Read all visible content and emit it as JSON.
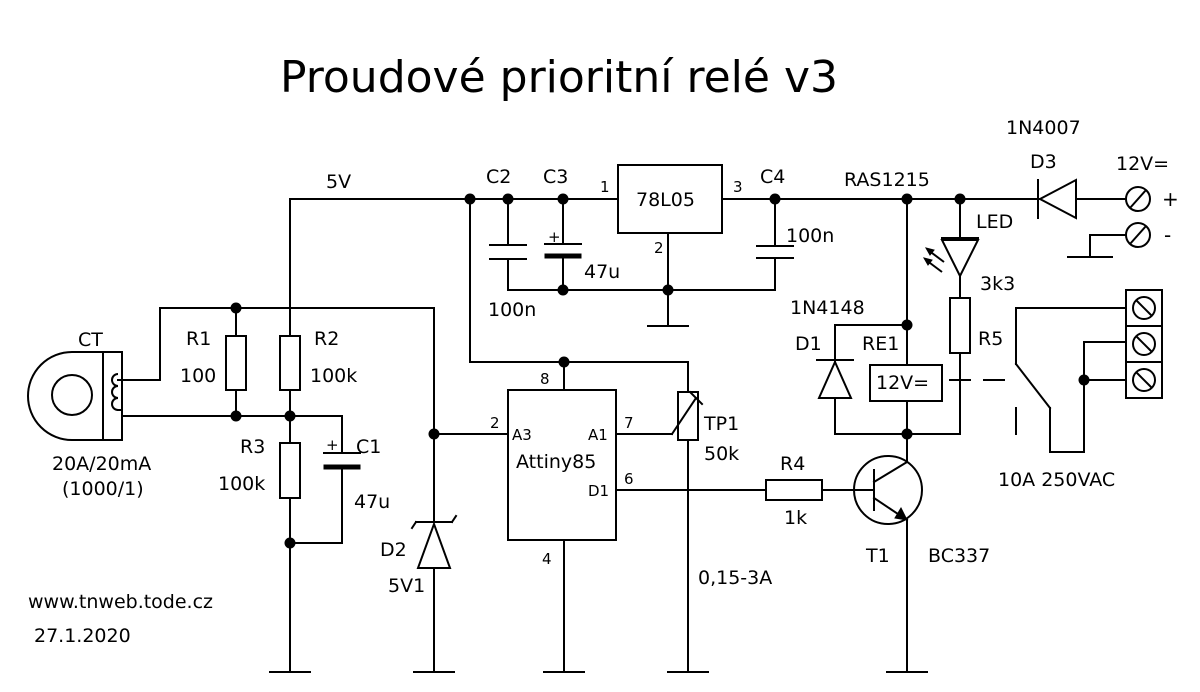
{
  "title": "Proudové prioritní relé v3",
  "footer": {
    "website": "www.tnweb.tode.cz",
    "date": "27.1.2020"
  },
  "nets": {
    "vcc": "5V",
    "supply": "12V=",
    "plus": "+",
    "minus": "-"
  },
  "components": {
    "ct": {
      "ref": "CT",
      "rating": "20A/20mA",
      "ratio": "(1000/1)"
    },
    "r1": {
      "ref": "R1",
      "value": "100"
    },
    "r2": {
      "ref": "R2",
      "value": "100k"
    },
    "r3": {
      "ref": "R3",
      "value": "100k"
    },
    "r4": {
      "ref": "R4",
      "value": "1k"
    },
    "r5": {
      "ref": "R5",
      "value": "3k3"
    },
    "c1": {
      "ref": "C1",
      "value": "47u"
    },
    "c2": {
      "ref": "C2",
      "value": "100n"
    },
    "c3": {
      "ref": "C3",
      "value": "47u"
    },
    "c4": {
      "ref": "C4",
      "value": "100n"
    },
    "d1": {
      "ref": "D1",
      "value": "1N4148"
    },
    "d2": {
      "ref": "D2",
      "value": "5V1"
    },
    "d3": {
      "ref": "D3",
      "value": "1N4007"
    },
    "led": {
      "ref": "LED"
    },
    "tp1": {
      "ref": "TP1",
      "value": "50k",
      "range": "0,15-3A"
    },
    "t1": {
      "ref": "T1",
      "value": "BC337"
    },
    "u1": {
      "ref": "Attiny85",
      "pins": {
        "p8": "8",
        "p4": "4",
        "p2": "2",
        "p7": "7",
        "p6": "6",
        "a3": "A3",
        "a1": "A1",
        "d1": "D1"
      }
    },
    "u2": {
      "ref": "78L05",
      "pins": {
        "p1": "1",
        "p2": "2",
        "p3": "3"
      }
    },
    "re1": {
      "ref": "RE1",
      "part": "RAS1215",
      "coil": "12V=",
      "contact_rating": "10A 250VAC"
    }
  }
}
